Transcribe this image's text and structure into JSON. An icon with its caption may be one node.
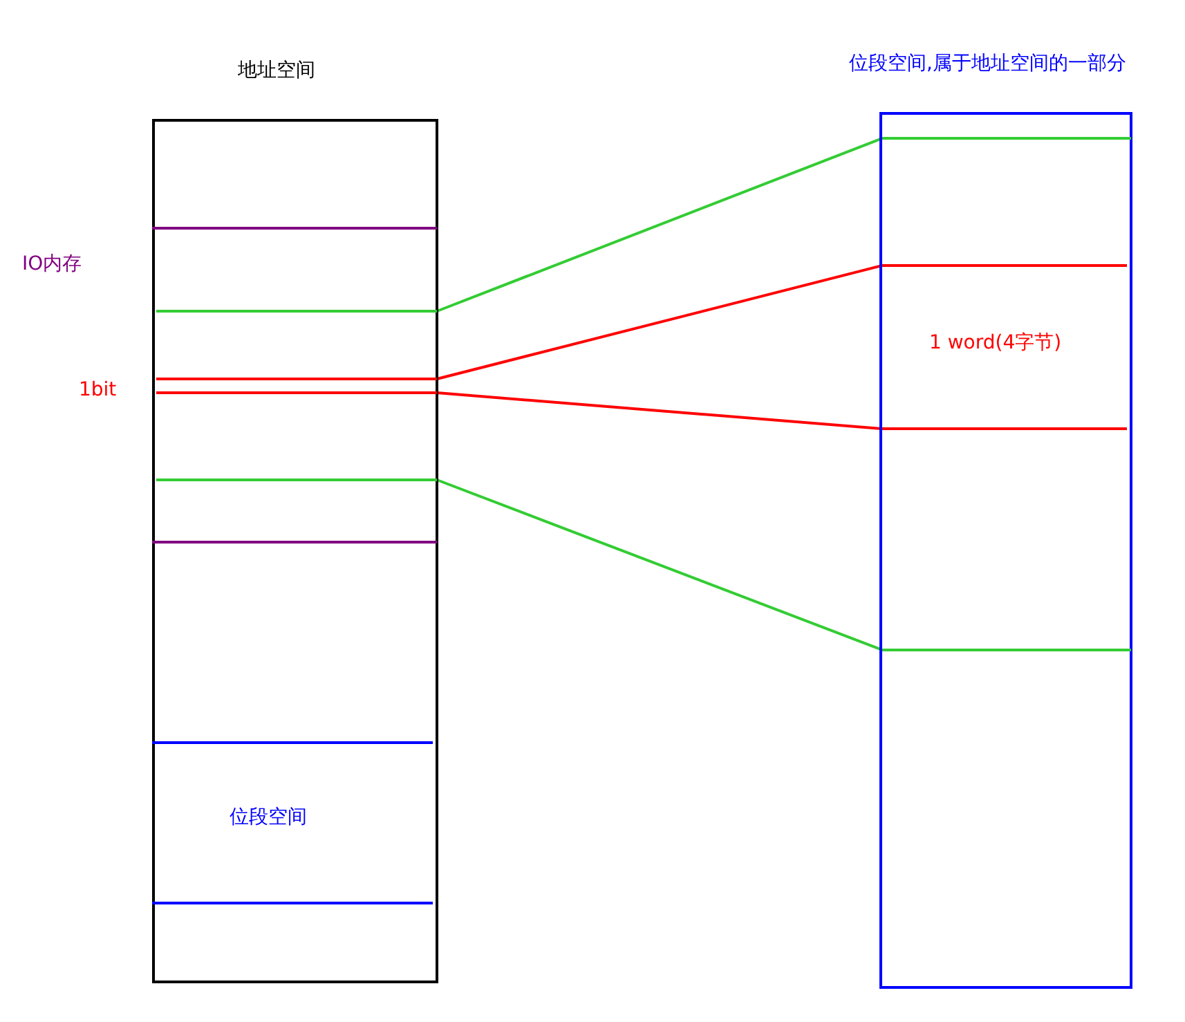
{
  "diagram": {
    "nodes": [
      {
        "text": [
          "地址空间"
        ]
      },
      {
        "text": [],
        "shape": "band",
        "in": 0,
        "beside": [
          "IO内存"
        ]
      },
      {
        "text": [],
        "shape": "band",
        "in": 1
      },
      {
        "text": [],
        "shape": "band",
        "in": 2,
        "beside": [
          "1bit"
        ]
      },
      {
        "text": [
          "位段空间"
        ],
        "in": 0
      },
      {
        "text": [
          "位段空间,属于地址空间的一部分"
        ]
      },
      {
        "text": [],
        "shape": "band",
        "in": 5
      },
      {
        "text": [
          "1 word(4字节)"
        ],
        "in": 6
      }
    ],
    "edges": [
      {
        "from": 2,
        "to": 6,
        "arrow": "none",
        "color": "#33cc33"
      },
      {
        "from": 3,
        "to": 7,
        "arrow": "none",
        "color": "#ff0000"
      },
      {
        "from": 3,
        "to": 7,
        "arrow": "none",
        "color": "#ff0000"
      },
      {
        "from": 2,
        "to": 6,
        "arrow": "none",
        "color": "#33cc33"
      }
    ]
  }
}
